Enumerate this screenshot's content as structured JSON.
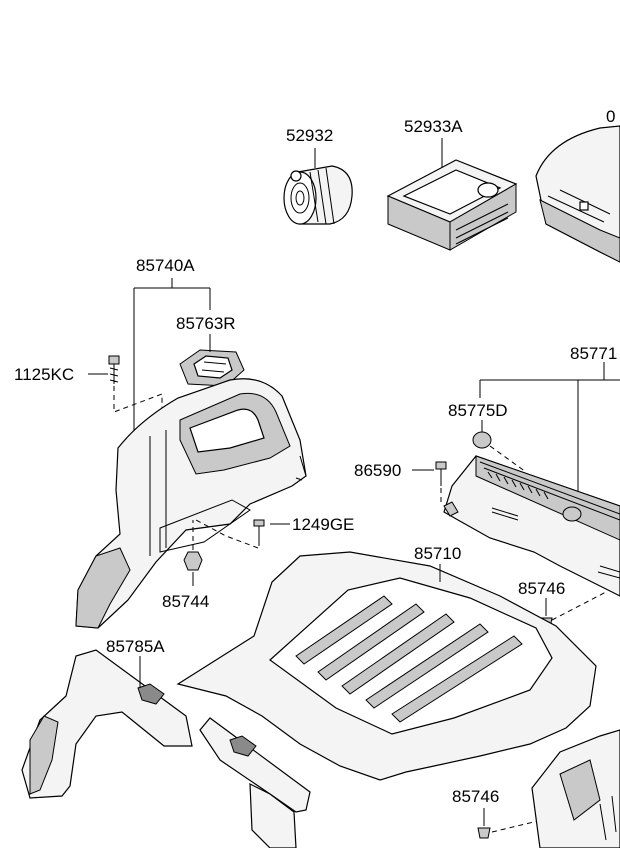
{
  "labels": {
    "l52932": "52932",
    "l52933a": "52933A",
    "l0": "0",
    "l85740a": "85740A",
    "l85763r": "85763R",
    "l1125kc": "1125KC",
    "l8577": "85771",
    "l85775d": "85775D",
    "l86590": "86590",
    "l1249ge": "1249GE",
    "l85710": "85710",
    "l85744": "85744",
    "l85746a": "85746",
    "l85785a": "85785A",
    "l85746b": "85746"
  },
  "colors": {
    "line": "#000000",
    "part_fill": "#f4f4f4",
    "shade": "#c9c9c9",
    "background": "#ffffff"
  }
}
